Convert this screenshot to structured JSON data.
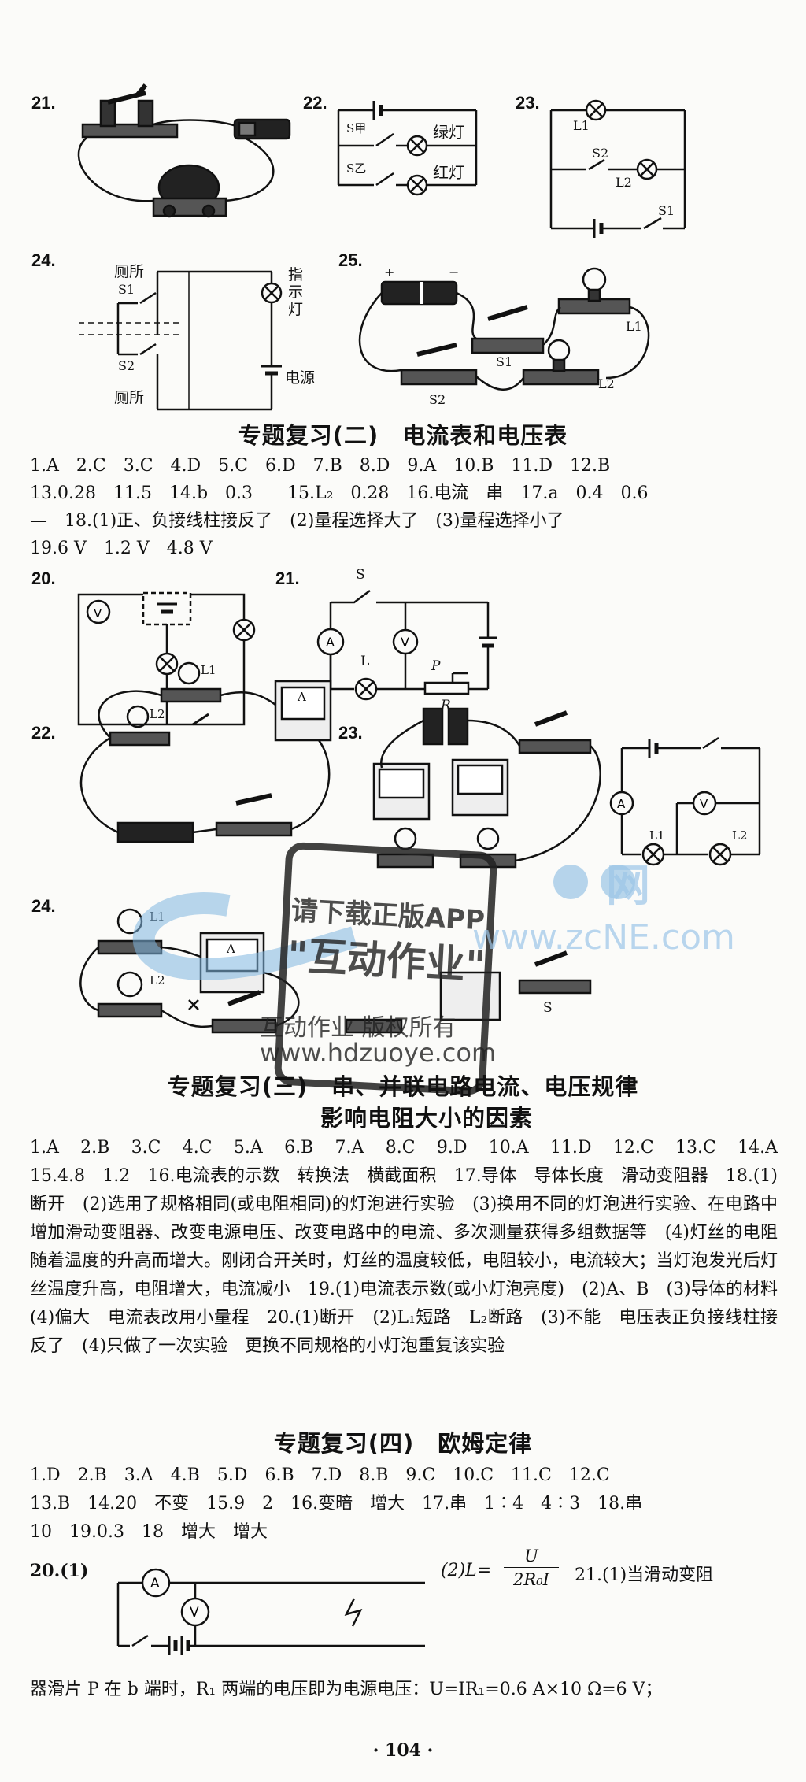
{
  "fig_top": {
    "q21": "21.",
    "q22": "22.",
    "q23": "23.",
    "q24": "24.",
    "q25": "25.",
    "q22_s1": "S甲",
    "q22_s2": "S乙",
    "q22_lamp1": "绿灯",
    "q22_lamp2": "红灯",
    "q23_l1": "L1",
    "q23_l2": "L2",
    "q23_s1": "S1",
    "q23_s2": "S2",
    "q24_toilet1": "厕所",
    "q24_toilet2": "厕所",
    "q24_s1": "S1",
    "q24_s2": "S2",
    "q24_indicator": "指示灯",
    "q24_source": "电源",
    "q25_s1": "S1",
    "q25_s2": "S2",
    "q25_l1": "L1",
    "q25_l2": "L2",
    "q25_plus": "+",
    "q25_minus": "−"
  },
  "section2": {
    "title": "专题复习(二)　电流表和电压表",
    "line1": "1.A　2.C　3.C　4.D　5.C　6.D　7.B　8.D　9.A　10.B　11.D　12.B",
    "line2": "13.0.28　11.5　14.b　0.3　　15.L₂　0.28　16.电流　串　17.a　0.4　0.6",
    "line3": "—　18.(1)正、负接线柱接反了　(2)量程选择大了　(3)量程选择小了",
    "line4": "19.6 V　1.2 V　4.8 V",
    "q20": "20.",
    "q21": "21.",
    "q22": "22.",
    "q23": "23.",
    "q24": "24.",
    "fig21_s": "S",
    "fig21_l": "L",
    "fig21_p": "P",
    "fig21_r": "R",
    "fig22_l1": "L1",
    "fig22_l2": "L2",
    "fig23_l1": "L1",
    "fig23_l2": "L2",
    "fig24_l1": "L1",
    "fig24_l2": "L2",
    "fig24_s": "S",
    "meter_a": "A",
    "meter_v": "V"
  },
  "watermark": {
    "line1": "请下载正版APP",
    "line2": "\"互动作业\"",
    "line3": "互动作业 版权所有",
    "line4": "www.hdzuoye.com",
    "site": "www.zcNE.com",
    "net": "网"
  },
  "section3": {
    "title1": "专题复习(三)　串、并联电路电流、电压规律",
    "title2": "影响电阻大小的因素",
    "paragraph": "1.A　2.B　3.C　4.C　5.A　6.B　7.A　8.C　9.D　10.A　11.D　12.C　13.C　14.A　15.4.8　1.2　16.电流表的示数　转换法　横截面积　17.导体　导体长度　滑动变阻器　18.(1)断开　(2)选用了规格相同(或电阻相同)的灯泡进行实验　(3)换用不同的灯泡进行实验、在电路中增加滑动变阻器、改变电源电压、改变电路中的电流、多次测量获得多组数据等　(4)灯丝的电阻随着温度的升高而增大。刚闭合开关时，灯丝的温度较低，电阻较小，电流较大；当灯泡发光后灯丝温度升高，电阻增大，电流减小　19.(1)电流表示数(或小灯泡亮度)　(2)A、B　(3)导体的材料　(4)偏大　电流表改用小量程　20.(1)断开　(2)L₁短路　L₂断路　(3)不能　电压表正负接线柱接反了　(4)只做了一次实验　更换不同规格的小灯泡重复该实验"
  },
  "section4": {
    "title": "专题复习(四)　欧姆定律",
    "line1": "1.D　2.B　3.A　4.B　5.D　6.B　7.D　8.B　9.C　10.C　11.C　12.C",
    "line2": "13.B　14.20　不变　15.9　2　16.变暗　增大　17.串　1∶4　4∶3　18.串",
    "line3": "10　19.0.3　18　增大　增大",
    "q20": "20.(1)",
    "q20_2_label": "(2)L=",
    "formula_num": "U",
    "formula_den": "2R₀I",
    "q21_text": "21.(1)当滑动变阻",
    "last_line": "器滑片 P 在 b 端时，R₁ 两端的电压即为电源电压：U=IR₁=0.6 A×10 Ω=6 V；",
    "meter_a": "A",
    "meter_v": "V"
  },
  "page_number": "· 104 ·"
}
